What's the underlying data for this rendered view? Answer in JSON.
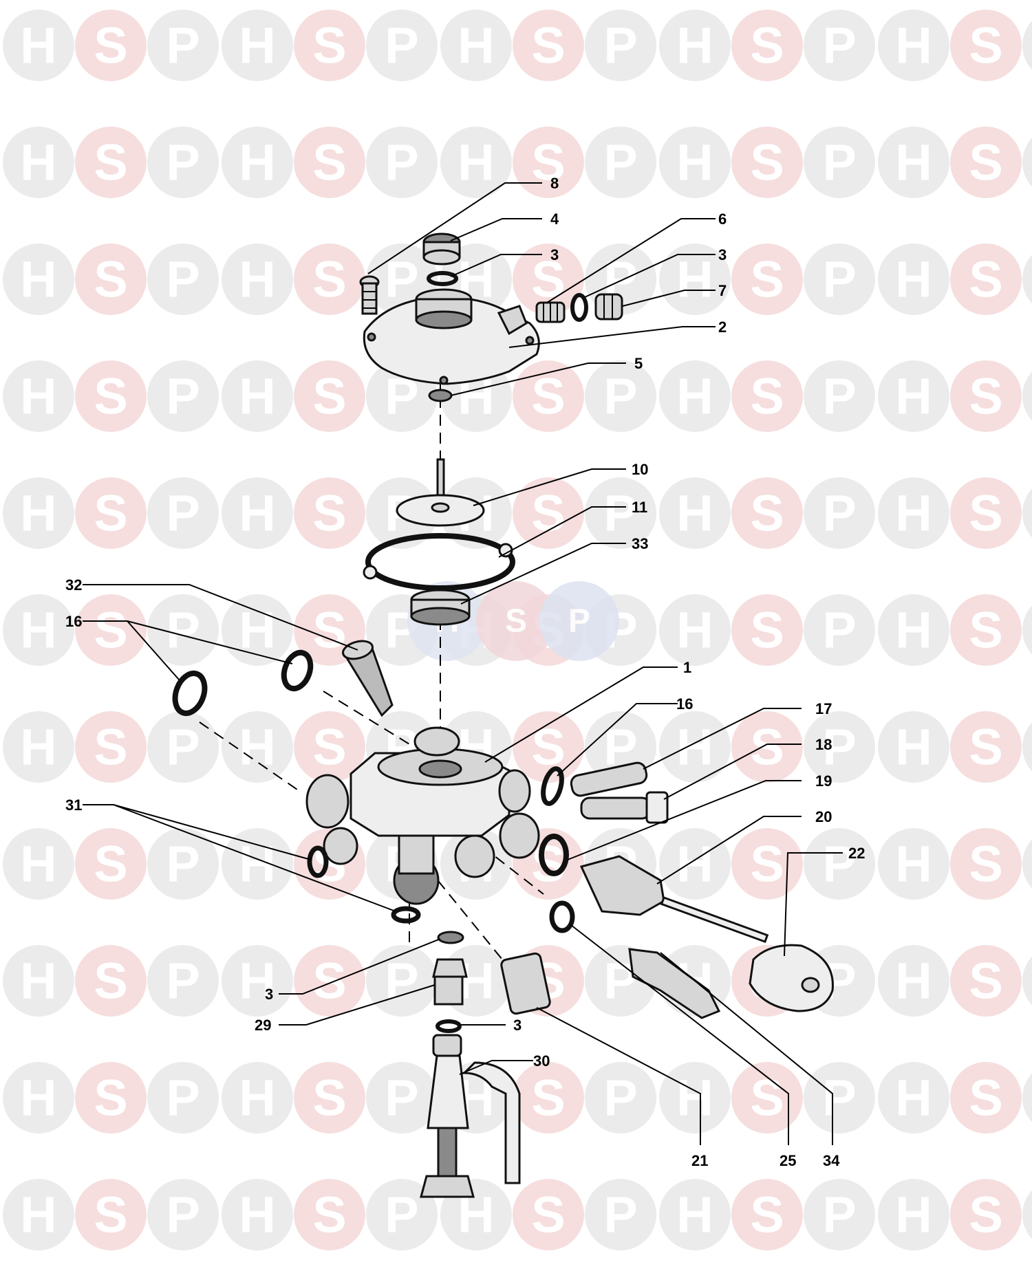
{
  "watermark": {
    "letters": [
      "H",
      "S",
      "P"
    ],
    "colors": {
      "h": "#ebebeb",
      "s": "#f6dede",
      "p": "#ebebeb",
      "text": "#ffffff"
    }
  },
  "center_logo": {
    "letters": [
      "H",
      "S",
      "P"
    ],
    "colors": [
      "#dfe4f2",
      "#f2d7da",
      "#dce2f0"
    ]
  },
  "callouts": [
    {
      "id": "c8",
      "text": "8"
    },
    {
      "id": "c4",
      "text": "4"
    },
    {
      "id": "c3a",
      "text": "3"
    },
    {
      "id": "c6",
      "text": "6"
    },
    {
      "id": "c3b",
      "text": "3"
    },
    {
      "id": "c7",
      "text": "7"
    },
    {
      "id": "c2",
      "text": "2"
    },
    {
      "id": "c5",
      "text": "5"
    },
    {
      "id": "c10",
      "text": "10"
    },
    {
      "id": "c11",
      "text": "11"
    },
    {
      "id": "c33",
      "text": "33"
    },
    {
      "id": "c32",
      "text": "32"
    },
    {
      "id": "c16a",
      "text": "16"
    },
    {
      "id": "c1",
      "text": "1"
    },
    {
      "id": "c16b",
      "text": "16"
    },
    {
      "id": "c17",
      "text": "17"
    },
    {
      "id": "c18",
      "text": "18"
    },
    {
      "id": "c19",
      "text": "19"
    },
    {
      "id": "c31",
      "text": "31"
    },
    {
      "id": "c20",
      "text": "20"
    },
    {
      "id": "c22",
      "text": "22"
    },
    {
      "id": "c3c",
      "text": "3"
    },
    {
      "id": "c29",
      "text": "29"
    },
    {
      "id": "c3d",
      "text": "3"
    },
    {
      "id": "c30",
      "text": "30"
    },
    {
      "id": "c21",
      "text": "21"
    },
    {
      "id": "c25",
      "text": "25"
    },
    {
      "id": "c34",
      "text": "34"
    }
  ]
}
